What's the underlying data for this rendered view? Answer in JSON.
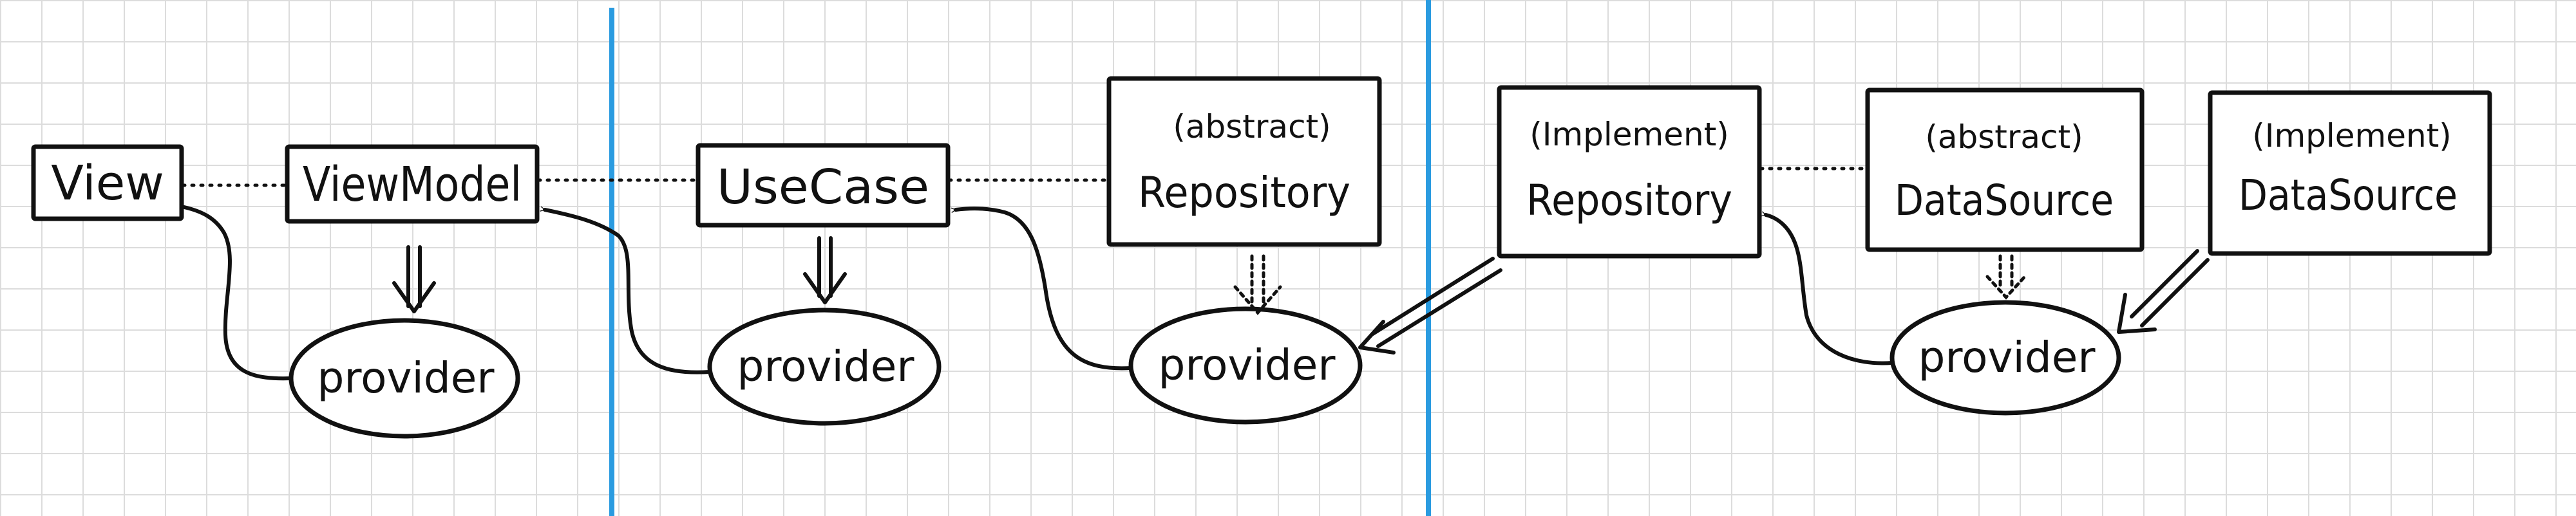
{
  "nodes": {
    "view": "View",
    "viewmodel": "ViewModel",
    "usecase": "UseCase",
    "repository_abstract": {
      "tag": "(abstract)",
      "name": "Repository"
    },
    "repository_impl": {
      "tag": "(Implement)",
      "name": "Repository"
    },
    "datasource_abstract": {
      "tag": "(abstract)",
      "name": "DataSource"
    },
    "datasource_impl": {
      "tag": "(Implement)",
      "name": "DataSource"
    }
  },
  "providers": {
    "p1": "provider",
    "p2": "provider",
    "p3": "provider",
    "p4": "provider"
  },
  "colors": {
    "ink": "#111111",
    "divider": "#2a9be0",
    "grid": "#dcdcdc"
  }
}
